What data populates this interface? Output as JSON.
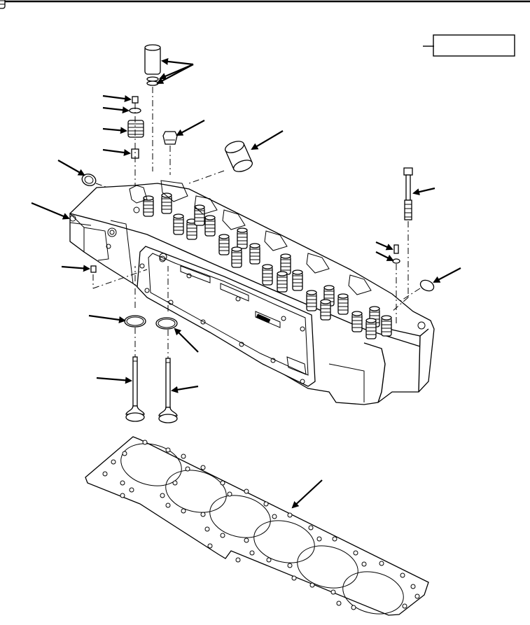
{
  "figure": {
    "callout_box_text": "",
    "callouts": [
      {
        "id": "injector-sleeve-callout"
      },
      {
        "id": "cap-screw-callout"
      },
      {
        "id": "washer-callout"
      },
      {
        "id": "valve-spring-callout"
      },
      {
        "id": "valve-stem-seal-callout"
      },
      {
        "id": "plug-callout"
      },
      {
        "id": "sleeve-callout"
      },
      {
        "id": "expansion-plug-left-callout"
      },
      {
        "id": "cylinder-head-callout"
      },
      {
        "id": "dowel-pin-callout"
      },
      {
        "id": "intake-valve-seat-callout"
      },
      {
        "id": "exhaust-valve-seat-callout"
      },
      {
        "id": "intake-valve-callout"
      },
      {
        "id": "exhaust-valve-callout"
      },
      {
        "id": "head-bolt-callout"
      },
      {
        "id": "small-screw-callout"
      },
      {
        "id": "small-washer-callout"
      },
      {
        "id": "expansion-plug-right-callout"
      },
      {
        "id": "head-gasket-callout"
      }
    ]
  }
}
